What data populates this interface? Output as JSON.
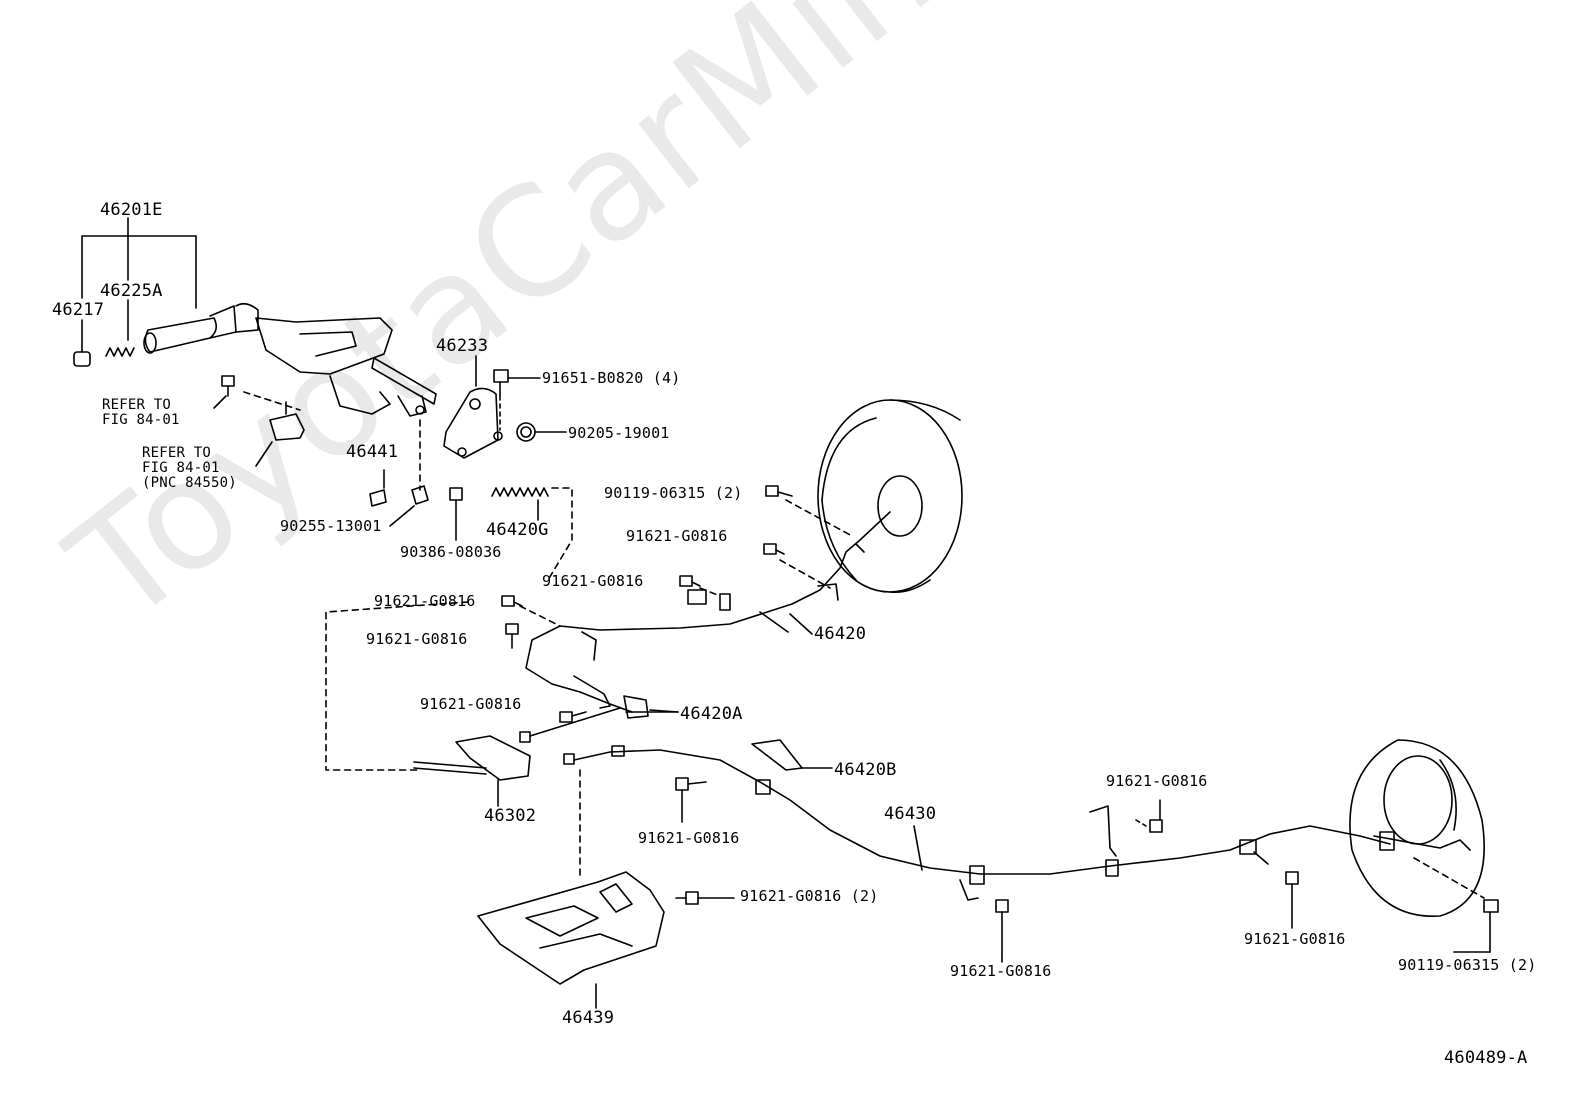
{
  "watermark": "ToyotaCarMine.ru",
  "figure_id": "460489-A",
  "labels": {
    "p46201E": "46201E",
    "p46225A": "46225A",
    "p46217": "46217",
    "refer1": "REFER TO\nFIG 84-01",
    "refer2": "REFER TO\nFIG 84-01\n(PNC 84550)",
    "p46233": "46233",
    "p91651": "91651-B0820 (4)",
    "p90205": "90205-19001",
    "p46441": "46441",
    "p90255": "90255-13001",
    "p90386": "90386-08036",
    "p46420G": "46420G",
    "p90119a": "90119-06315 (2)",
    "p91621a": "91621-G0816",
    "p91621b": "91621-G0816",
    "p91621c": "91621-G0816",
    "p91621d": "91621-G0816",
    "p46420": "46420",
    "p91621e": "91621-G0816",
    "p46420A": "46420A",
    "p46420B": "46420B",
    "p46302": "46302",
    "p91621f": "91621-G0816",
    "p46430": "46430",
    "p91621g": "91621-G0816",
    "p91621h": "91621-G0816 (2)",
    "p46439": "46439",
    "p91621i": "91621-G0816",
    "p91621j": "91621-G0816",
    "p90119b": "90119-06315 (2)"
  }
}
